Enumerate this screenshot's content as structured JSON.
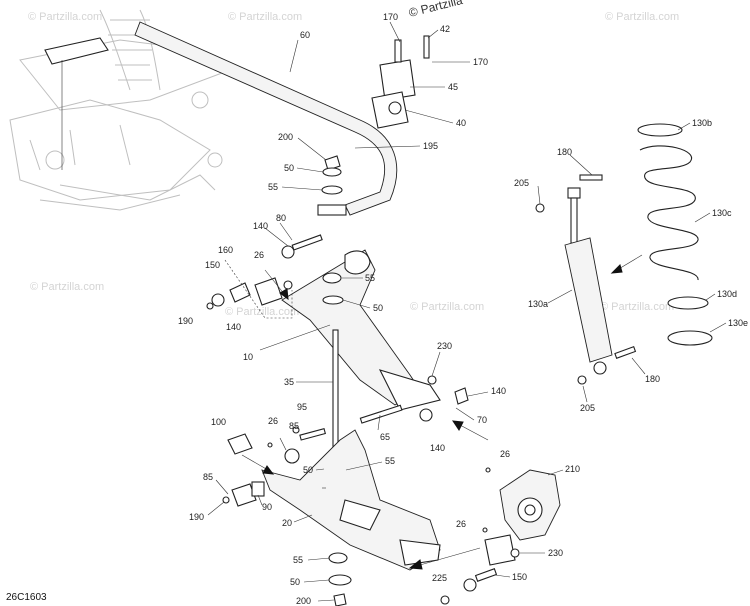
{
  "diagram_code": "26C1603",
  "watermarks": {
    "main": "© Partzilla.com",
    "top_cut": "© Partzilla"
  },
  "callouts": {
    "c170a": "170",
    "c42": "42",
    "c170b": "170",
    "c45": "45",
    "c40": "40",
    "c60": "60",
    "c200a": "200",
    "c195": "195",
    "c50a": "50",
    "c55a": "55",
    "c80": "80",
    "c140a": "140",
    "c160": "160",
    "c26a": "26",
    "c150a": "150",
    "c190a": "190",
    "c140b": "140",
    "c55b": "55",
    "c50b": "50",
    "c10": "10",
    "c35": "35",
    "c230a": "230",
    "c140c": "140",
    "c70": "70",
    "c140d": "140",
    "c65": "65",
    "c95": "95",
    "c100": "100",
    "c26b": "26",
    "c85a": "85",
    "c50c": "50",
    "c55c": "55",
    "c85b": "85",
    "c190b": "190",
    "c90": "90",
    "c20": "20",
    "c26c": "26",
    "c210": "210",
    "c26d": "26",
    "c230b": "230",
    "c55d": "55",
    "c50d": "50",
    "c200b": "200",
    "c225": "225",
    "c150b": "150",
    "c180a": "180",
    "c205a": "205",
    "c130a": "130a",
    "c130b": "130b",
    "c130c": "130c",
    "c130d": "130d",
    "c130e": "130e",
    "c180b": "180",
    "c205b": "205"
  }
}
